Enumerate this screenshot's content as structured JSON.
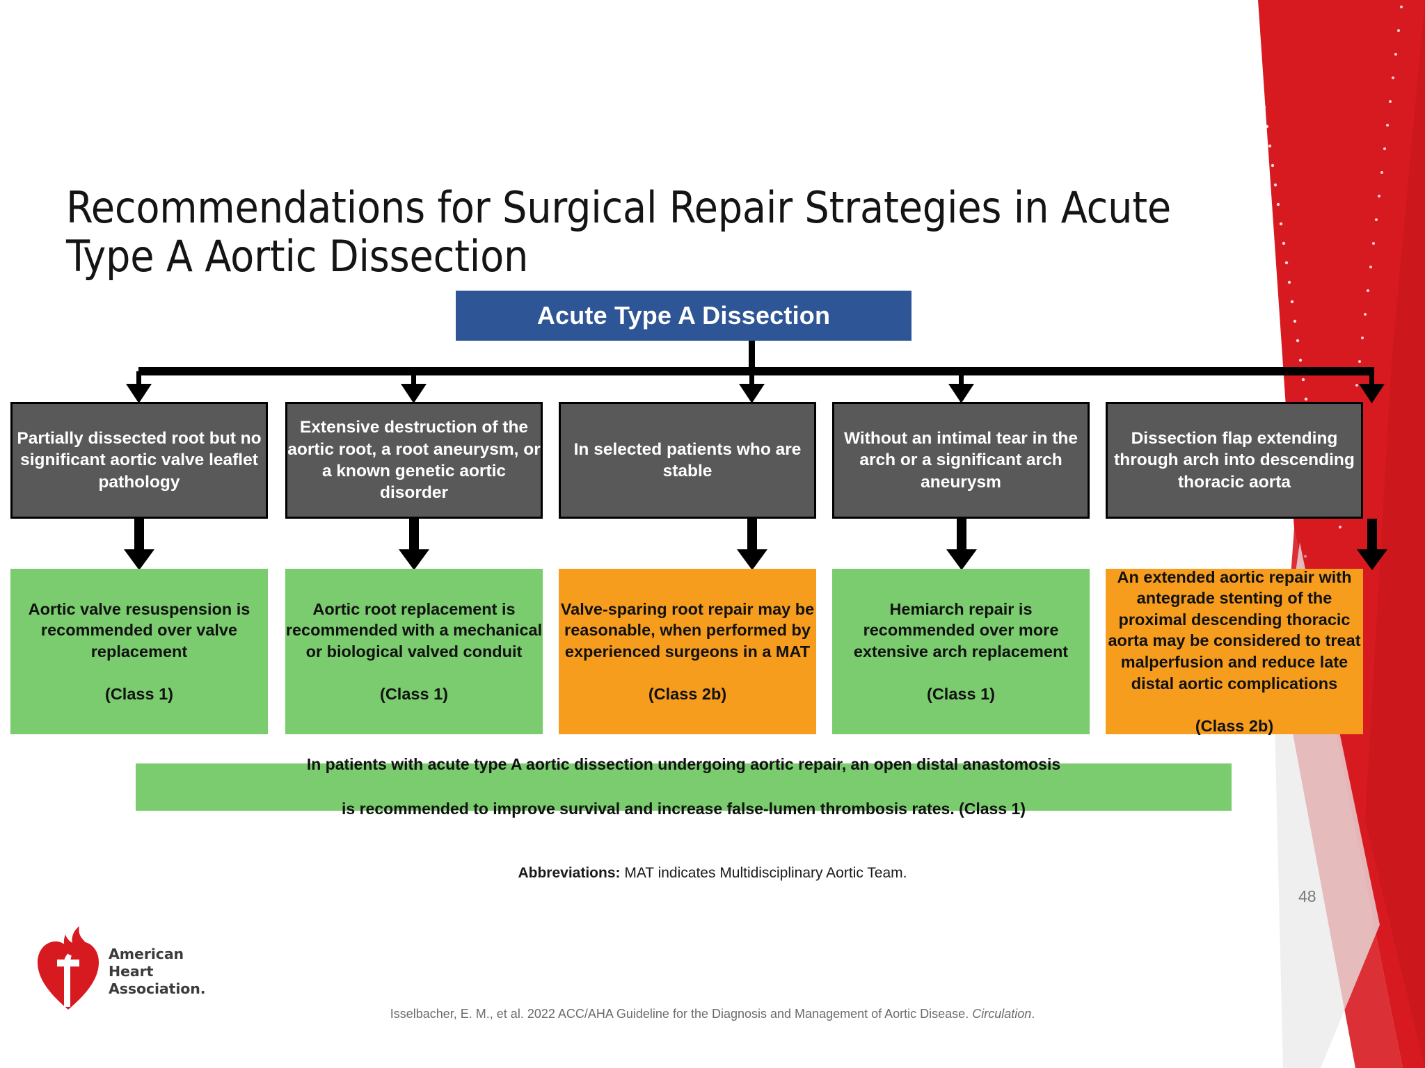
{
  "slide": {
    "title": "Recommendations for Surgical Repair Strategies in Acute Type A Aortic Dissection",
    "page_number": "48",
    "abbreviations_label": "Abbreviations:",
    "abbreviations_text": " MAT indicates Multidisciplinary Aortic Team.",
    "citation_text": "Isselbacher, E. M., et al. 2022 ACC/AHA Guideline for the Diagnosis and Management of Aortic Disease",
    "citation_journal": "Circulation",
    "citation_tail": "."
  },
  "logo": {
    "line1": "American",
    "line2": "Heart",
    "line3": "Association."
  },
  "diagram": {
    "root": {
      "label": "Acute Type A Dissection",
      "color": "#2E5596",
      "text_color": "#FFFFFF"
    },
    "condition_color": "#595959",
    "conditions": [
      {
        "id": "c1",
        "label": "Partially dissected root but no significant aortic valve leaflet pathology"
      },
      {
        "id": "c2",
        "label": "Extensive destruction of the aortic root, a root aneurysm, or a known genetic aortic disorder"
      },
      {
        "id": "c3",
        "label": "In selected patients who are stable"
      },
      {
        "id": "c4",
        "label": "Without an intimal tear in the arch or a significant arch aneurysm"
      },
      {
        "id": "c5",
        "label": "Dissection flap extending through  arch into  descending thoracic aorta"
      }
    ],
    "recommendations": [
      {
        "id": "r1",
        "label": "Aortic valve resuspension is recommended over valve replacement",
        "class": "(Class 1)",
        "cor": "green",
        "color": "#7ACC6E"
      },
      {
        "id": "r2",
        "label": "Aortic root replacement is recommended with a mechanical or biological valved conduit",
        "class": "(Class 1)",
        "cor": "green",
        "color": "#7ACC6E"
      },
      {
        "id": "r3",
        "label": "Valve-sparing root repair may be reasonable, when performed by experienced surgeons in a MAT",
        "class": "(Class 2b)",
        "cor": "orange",
        "color": "#F79D1E"
      },
      {
        "id": "r4",
        "label": "Hemiarch repair is recommended over more extensive arch replacement",
        "class": "(Class 1)",
        "cor": "green",
        "color": "#7ACC6E"
      },
      {
        "id": "r5",
        "label": "An extended aortic repair with antegrade stenting of the proximal descending thoracic aorta may be considered to treat malperfusion and reduce late distal aortic complications",
        "class": "(Class 2b)",
        "cor": "orange",
        "color": "#F79D1E"
      }
    ],
    "summary": {
      "line1": "In patients with acute type A aortic dissection undergoing aortic repair, an open distal anastomosis",
      "line2": "is recommended to improve survival and increase false-lumen thrombosis rates.  (Class 1)",
      "color": "#7ACC6E"
    }
  },
  "theme": {
    "accent_red": "#D71920",
    "blue": "#2E5596",
    "gray": "#595959",
    "green": "#7ACC6E",
    "orange": "#F79D1E"
  }
}
